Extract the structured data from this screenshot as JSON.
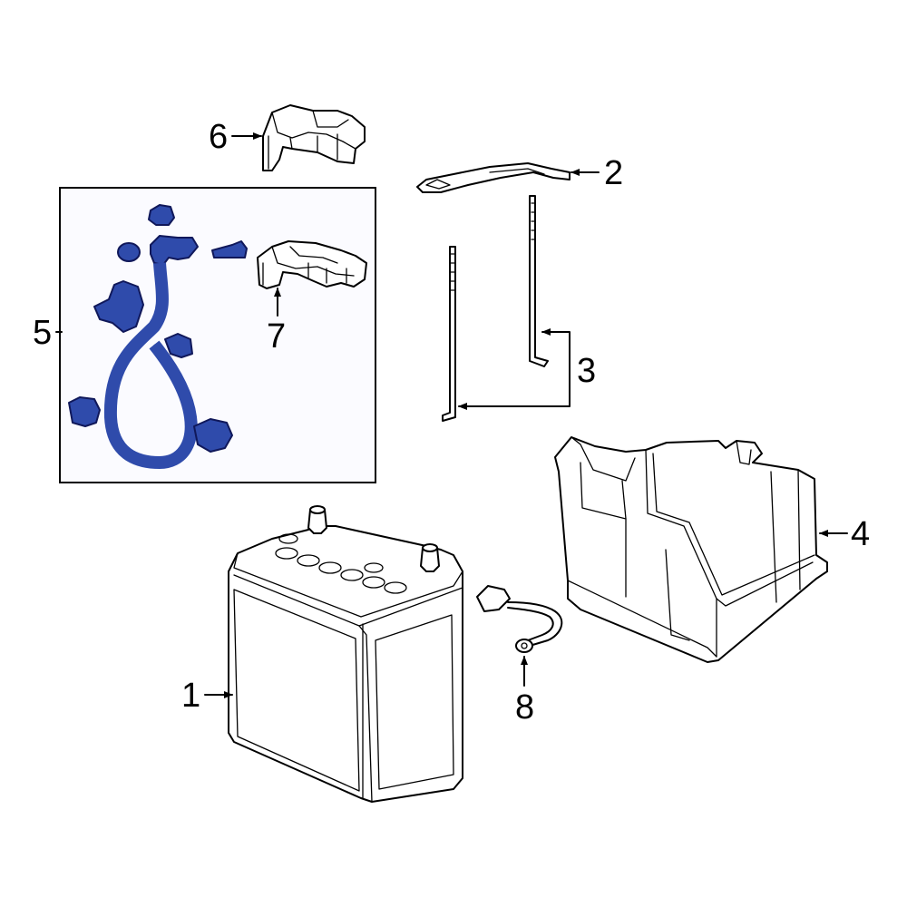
{
  "callouts": {
    "c1": "1",
    "c2": "2",
    "c3": "3",
    "c4": "4",
    "c5": "5",
    "c6": "6",
    "c7": "7",
    "c8": "8"
  },
  "colors": {
    "highlight": "#2f4bab",
    "highlight_outline": "#10185a",
    "inset_background": "#fbfbff"
  }
}
